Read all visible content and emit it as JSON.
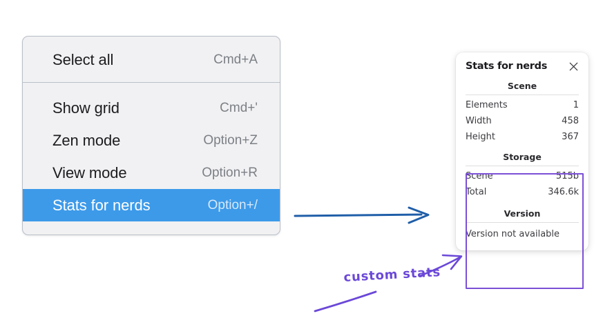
{
  "context_menu": {
    "name": "canvas-context-menu",
    "groups": [
      {
        "items": [
          {
            "label": "Select all",
            "shortcut": "Cmd+A",
            "selected": false
          }
        ]
      },
      {
        "items": [
          {
            "label": "Show grid",
            "shortcut": "Cmd+'",
            "selected": false
          },
          {
            "label": "Zen mode",
            "shortcut": "Option+Z",
            "selected": false
          },
          {
            "label": "View mode",
            "shortcut": "Option+R",
            "selected": false
          },
          {
            "label": "Stats for nerds",
            "shortcut": "Option+/",
            "selected": true
          }
        ]
      }
    ],
    "highlight_color": "#3d9ae9"
  },
  "stats_panel": {
    "title": "Stats for nerds",
    "close_icon": "close-icon",
    "sections": [
      {
        "heading": "Scene",
        "rows": [
          {
            "key": "Elements",
            "value": "1"
          },
          {
            "key": "Width",
            "value": "458"
          },
          {
            "key": "Height",
            "value": "367"
          }
        ]
      },
      {
        "heading": "Storage",
        "rows": [
          {
            "key": "Scene",
            "value": "515b"
          },
          {
            "key": "Total",
            "value": "346.6k"
          }
        ]
      },
      {
        "heading": "Version",
        "note": "Version not available",
        "rows": []
      }
    ]
  },
  "annotations": {
    "handwritten_label": "custom stats",
    "ink_color": "#6b48d8",
    "flow_arrow_color": "#1f5ea8"
  }
}
